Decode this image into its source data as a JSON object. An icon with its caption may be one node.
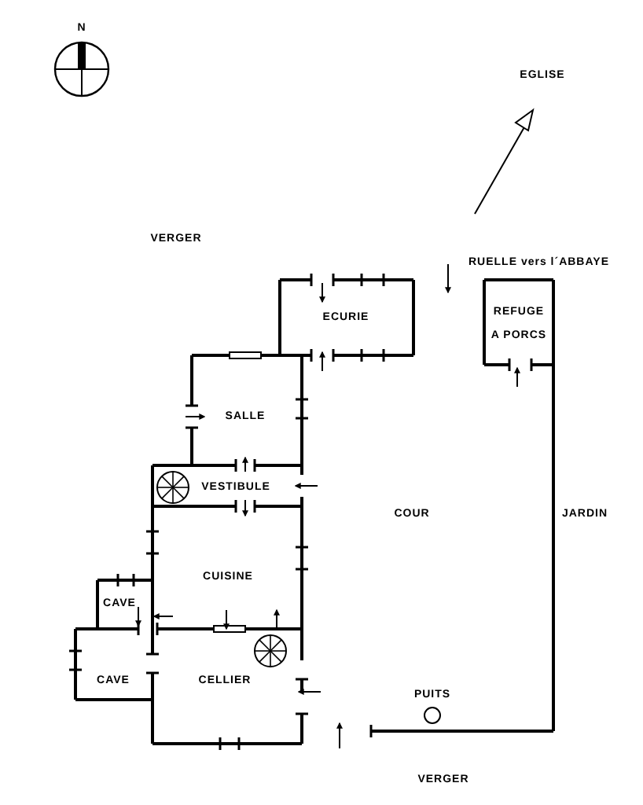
{
  "diagram": {
    "labels": [
      "N",
      "EGLISE",
      "VERGER",
      "RUELLE vers l´ABBAYE",
      "ECURIE",
      "REFUGE A PORCS",
      "SALLE",
      "VESTIBULE",
      "COUR",
      "JARDIN",
      "CUISINE",
      "CAVE",
      "CAVE",
      "CELLIER",
      "PUITS",
      "VERGER"
    ]
  }
}
